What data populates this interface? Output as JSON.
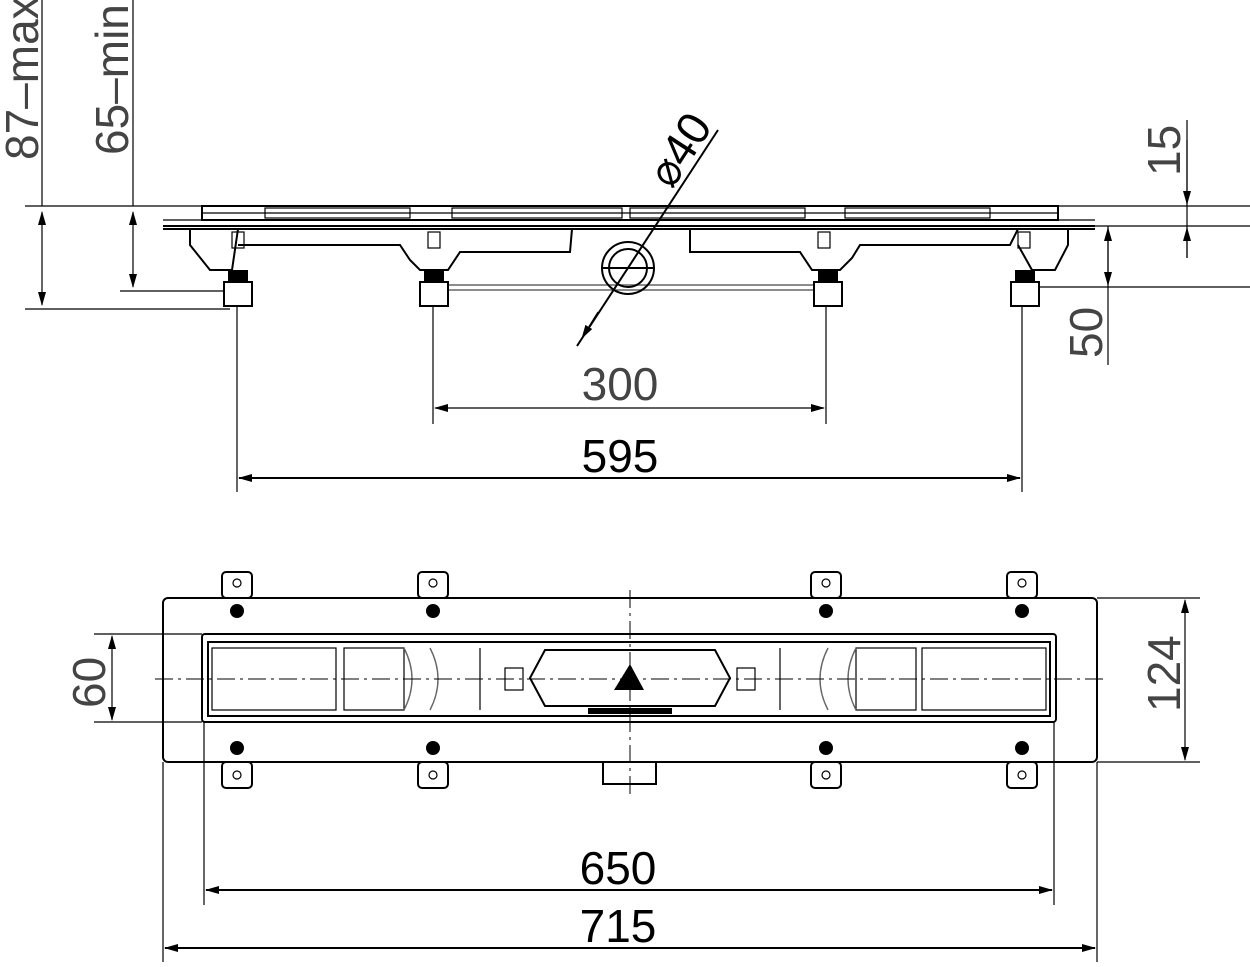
{
  "side_view": {
    "dims": {
      "max_height": "87–max",
      "min_height": "65–min",
      "top_offset": "15",
      "body_height": "50",
      "outlet_diameter": "⌀40",
      "inner_foot_spacing": "300",
      "outer_foot_spacing": "595"
    }
  },
  "top_view": {
    "dims": {
      "inner_width": "60",
      "outer_width": "124",
      "inner_length": "650",
      "overall_length": "715"
    }
  }
}
